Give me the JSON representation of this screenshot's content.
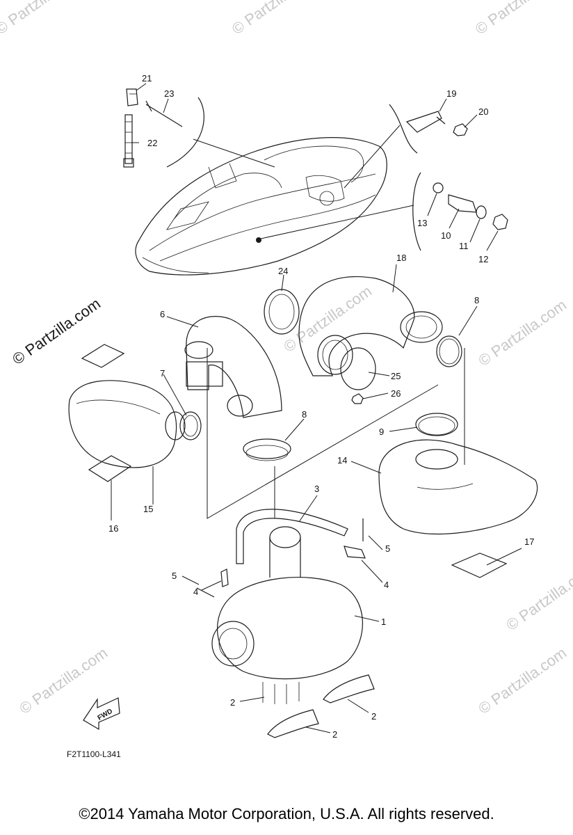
{
  "watermark": "© Partzilla.com",
  "diagram_ref": "F2T1100-L341",
  "fwd_label": "FWD",
  "copyright": "©2014  Yamaha Motor Corporation, U.S.A. All rights reserved.",
  "callouts": {
    "c1": "1",
    "c2a": "2",
    "c2b": "2",
    "c2c": "2",
    "c3": "3",
    "c4a": "4",
    "c4b": "4",
    "c5a": "5",
    "c5b": "5",
    "c6": "6",
    "c7": "7",
    "c8a": "8",
    "c8b": "8",
    "c9": "9",
    "c10": "10",
    "c11": "11",
    "c12": "12",
    "c13": "13",
    "c14": "14",
    "c15": "15",
    "c16": "16",
    "c17": "17",
    "c18": "18",
    "c19": "19",
    "c20": "20",
    "c21": "21",
    "c22": "22",
    "c23": "23",
    "c24": "24",
    "c25": "25",
    "c26": "26"
  }
}
